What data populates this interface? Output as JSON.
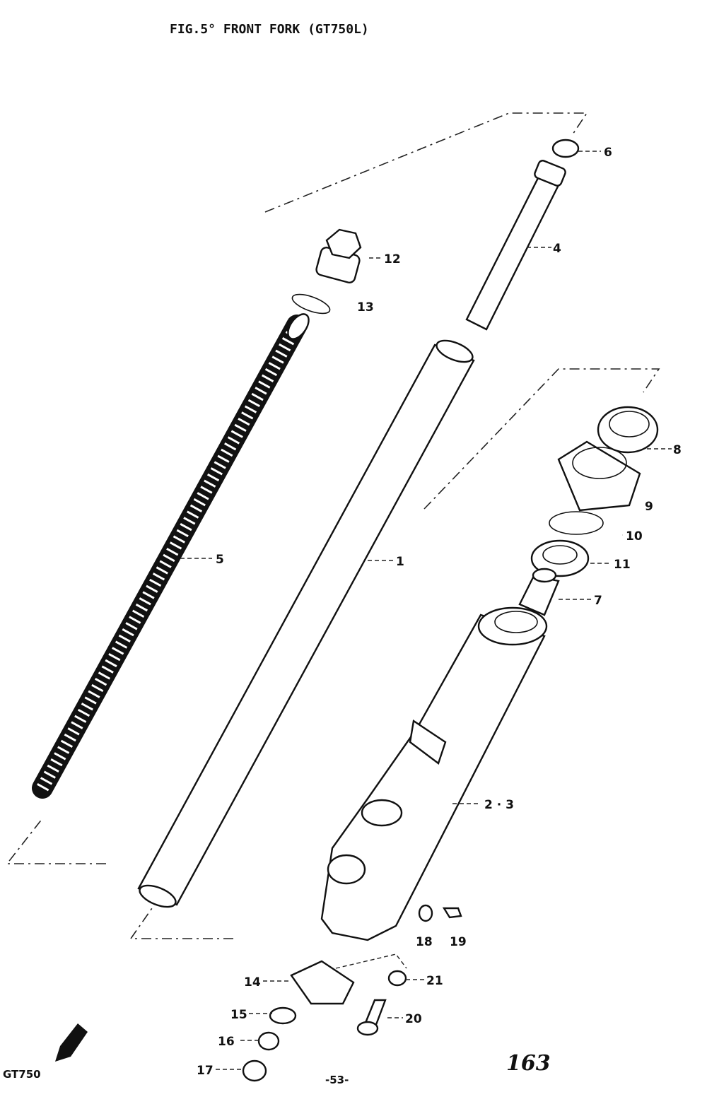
{
  "title": "FIG.5° FRONT FORK (GT750L)",
  "footer": {
    "model": "GT750",
    "page_center": "-53-",
    "page_right": "163"
  },
  "callouts": [
    {
      "id": "c1",
      "text": "1"
    },
    {
      "id": "c23",
      "text": "2 · 3"
    },
    {
      "id": "c4",
      "text": "4"
    },
    {
      "id": "c5",
      "text": "5"
    },
    {
      "id": "c6",
      "text": "6"
    },
    {
      "id": "c7",
      "text": "7"
    },
    {
      "id": "c8",
      "text": "8"
    },
    {
      "id": "c9",
      "text": "9"
    },
    {
      "id": "c10",
      "text": "10"
    },
    {
      "id": "c11",
      "text": "11"
    },
    {
      "id": "c12",
      "text": "12"
    },
    {
      "id": "c13",
      "text": "13"
    },
    {
      "id": "c14",
      "text": "14"
    },
    {
      "id": "c15",
      "text": "15"
    },
    {
      "id": "c16",
      "text": "16"
    },
    {
      "id": "c17",
      "text": "17"
    },
    {
      "id": "c18",
      "text": "18"
    },
    {
      "id": "c19",
      "text": "19"
    },
    {
      "id": "c20",
      "text": "20"
    },
    {
      "id": "c21",
      "text": "21"
    }
  ]
}
